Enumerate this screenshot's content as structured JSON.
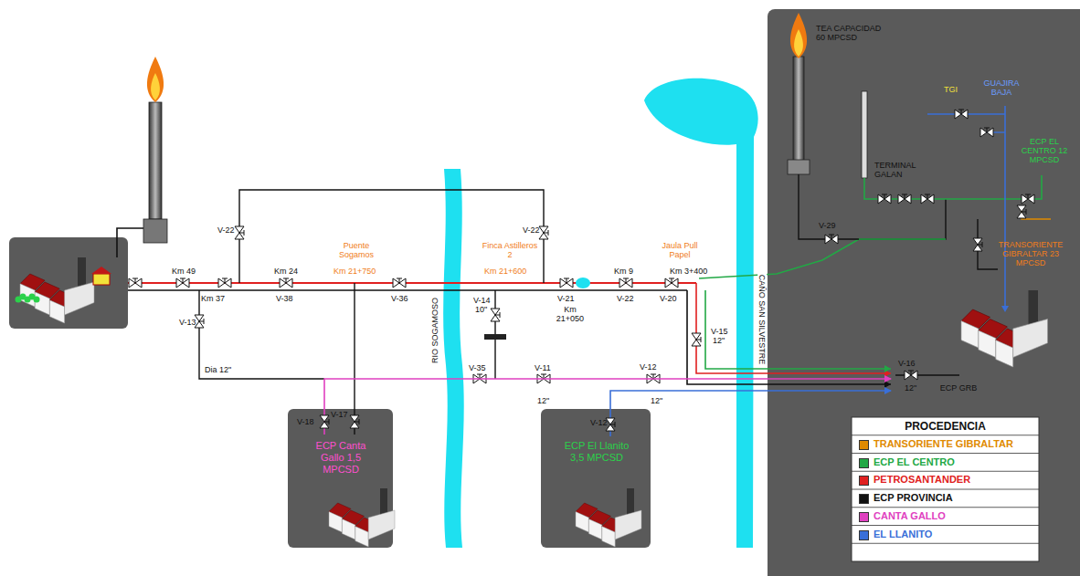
{
  "diagram": {
    "nodes": [
      {
        "text": [
          "ECP Canta Gallo 1,5 MPCSD"
        ]
      },
      {
        "text": [
          "ECP El Llanito 3,5 MPCSD"
        ]
      },
      {
        "text": [
          "ECP GRB"
        ]
      }
    ],
    "edges": [
      {
        "from": 0,
        "to": 2,
        "arrow": "to"
      },
      {
        "from": 1,
        "to": 2,
        "arrow": "to"
      }
    ],
    "labels": [
      "Km 49",
      "Km 37",
      "V-22",
      "Km 24",
      "V-38",
      "Puente Sogamos",
      "Km 21+750",
      "V-36",
      "Finca Astilleros 2",
      "Km 21+600",
      "V-22",
      "V-14",
      "10\"",
      "V-21",
      "Km 21+050",
      "Km 9",
      "V-22",
      "Jaula Pull Papel",
      "Km 3+400",
      "V-20",
      "V-13",
      "Dia 12\"",
      "RIO SOGAMOSO",
      "V-35",
      "V-11",
      "12\"",
      "V-12",
      "12\"",
      "V-15",
      "12\"",
      "CAÑO SAN SILVESTRE",
      "V-18",
      "V-17",
      "V-12",
      "TEA CAPACIDAD 60 MPCSD",
      "TERMINAL GALAN",
      "TGI",
      "GUAJIRA BAJA",
      "ECP EL CENTRO 12 MPCSD",
      "TRANSORIENTE GIBRALTAR 23 MPCSD",
      "V-29",
      "V-16",
      "12\"",
      "PROCEDENCIA"
    ],
    "legend": [
      {
        "text": "TRANSORIENTE GIBRALTAR",
        "color": "#e08a00"
      },
      {
        "text": "ECP EL CENTRO",
        "color": "#22a845"
      },
      {
        "text": "PETROSANTANDER",
        "color": "#e02020"
      },
      {
        "text": "ECP PROVINCIA",
        "color": "#111111"
      },
      {
        "text": "CANTA GALLO",
        "color": "#e040c0"
      },
      {
        "text": "EL LLANITO",
        "color": "#3a6fd8"
      }
    ]
  }
}
